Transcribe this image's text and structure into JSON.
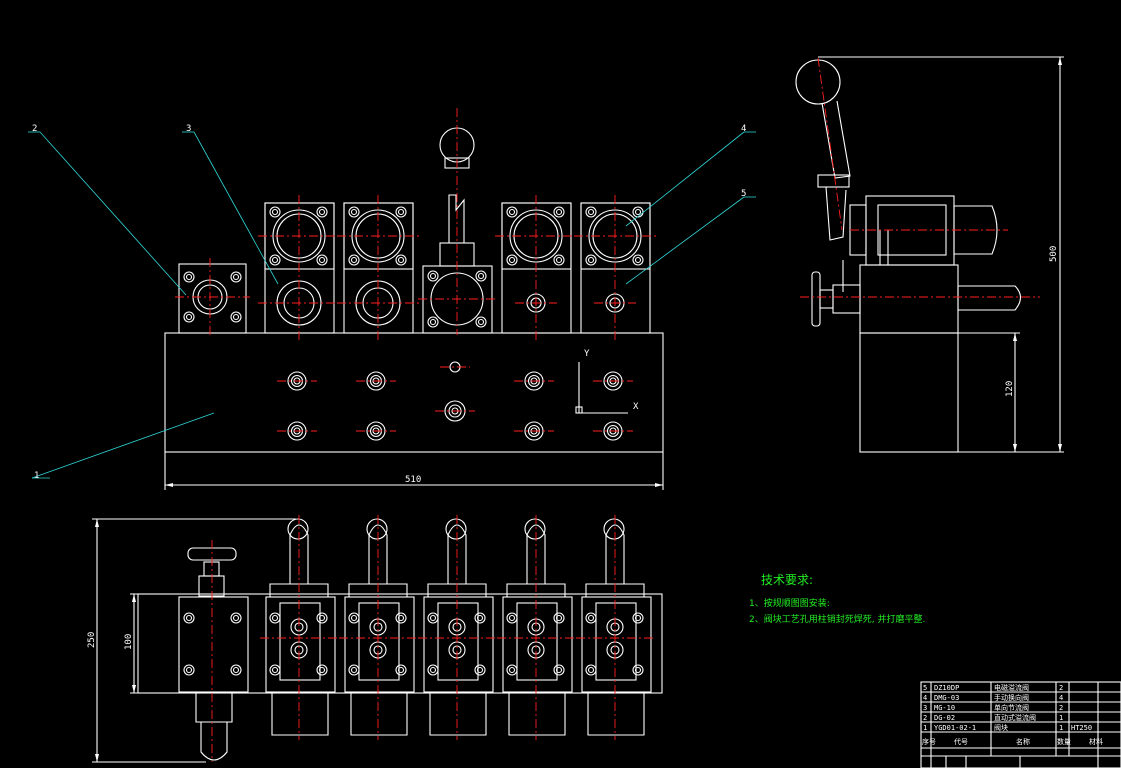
{
  "balloons": [
    "1",
    "2",
    "3",
    "4",
    "5"
  ],
  "dimensions": {
    "front_width": "510",
    "side_height": "500",
    "side_body": "120",
    "plan_height": "250",
    "plan_inner": "100"
  },
  "ucs": {
    "y": "Y",
    "x": "X"
  },
  "notes": {
    "title": "技术要求:",
    "item1": "1、按规顺图图安装:",
    "item2": "2、阀块工艺孔用柱销封死焊死, 并打磨平整."
  },
  "bom": {
    "rows": [
      {
        "no": "5",
        "code": "DZ10DP",
        "name": "电磁溢流阀",
        "qty": "2",
        "mat": ""
      },
      {
        "no": "4",
        "code": "DMG-03",
        "name": "手动换向阀",
        "qty": "4",
        "mat": ""
      },
      {
        "no": "3",
        "code": "MG-10",
        "name": "单向节流阀",
        "qty": "2",
        "mat": ""
      },
      {
        "no": "2",
        "code": "DG-02",
        "name": "直动式溢流阀",
        "qty": "1",
        "mat": ""
      },
      {
        "no": "1",
        "code": "YGD01-02-1",
        "name": "阀块",
        "qty": "1",
        "mat": "HT250"
      }
    ],
    "header": {
      "no": "序号",
      "code": "代号",
      "name": "名称",
      "qty": "数量",
      "mat": "材料"
    }
  },
  "colors": {
    "outline": "#ffffff",
    "center": "#ff2020",
    "leader": "#2fd6d6",
    "note": "#22ee22"
  }
}
